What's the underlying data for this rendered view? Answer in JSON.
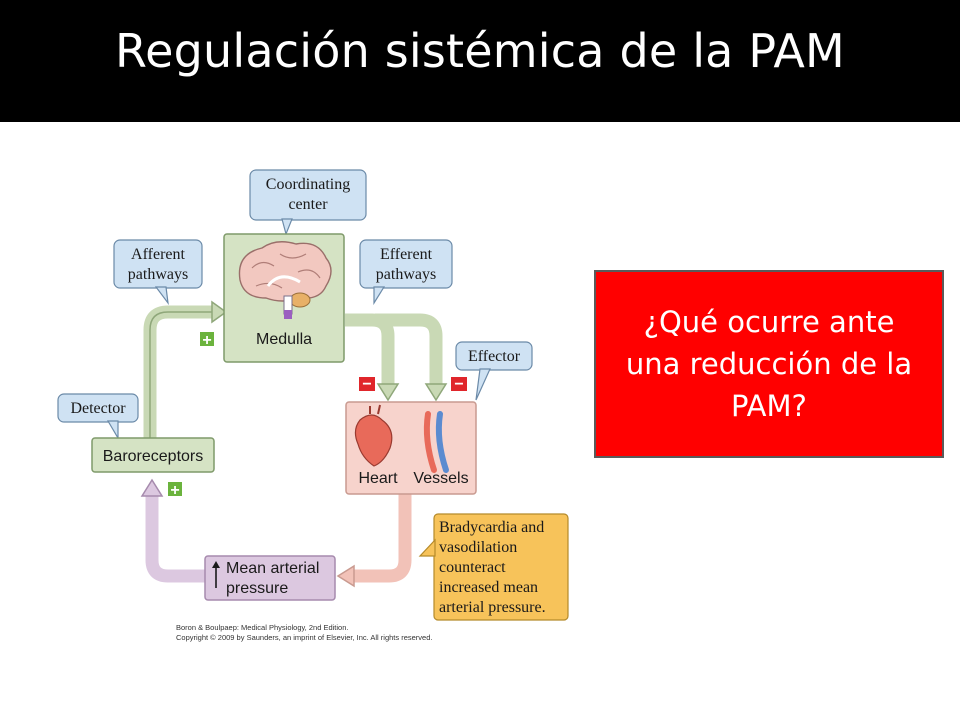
{
  "slide": {
    "title": "Regulación sistémica de la PAM",
    "question": "¿Qué ocurre ante una reducción de la PAM?"
  },
  "diagram": {
    "callouts": {
      "coordinating_center": [
        "Coordinating",
        "center"
      ],
      "afferent": [
        "Afferent",
        "pathways"
      ],
      "efferent": [
        "Efferent",
        "pathways"
      ],
      "effector": "Effector",
      "detector": "Detector"
    },
    "boxes": {
      "medulla": "Medulla",
      "baroreceptors": "Baroreceptors",
      "heart": "Heart",
      "vessels": "Vessels",
      "map": [
        "Mean arterial",
        "pressure"
      ]
    },
    "signs": {
      "plus": "+",
      "minus": "−"
    },
    "note": [
      "Bradycardia and",
      "vasodilation",
      "counteract",
      "increased mean",
      "arterial pressure."
    ],
    "credit": [
      "Boron & Boulpaep: Medical Physiology, 2nd Edition.",
      "Copyright © 2009 by Saunders, an imprint of Elsevier, Inc. All rights reserved."
    ]
  },
  "colors": {
    "title_bg": "#000000",
    "question_bg": "#ff0000",
    "callout_blue": "#cfe2f3",
    "medulla_green": "#d5e3c4",
    "effector_pink": "#f7d3cc",
    "map_lilac": "#dcc8e0",
    "note_orange": "#f7c35a",
    "sign_red": "#e0262b",
    "sign_green": "#6bb33d"
  }
}
